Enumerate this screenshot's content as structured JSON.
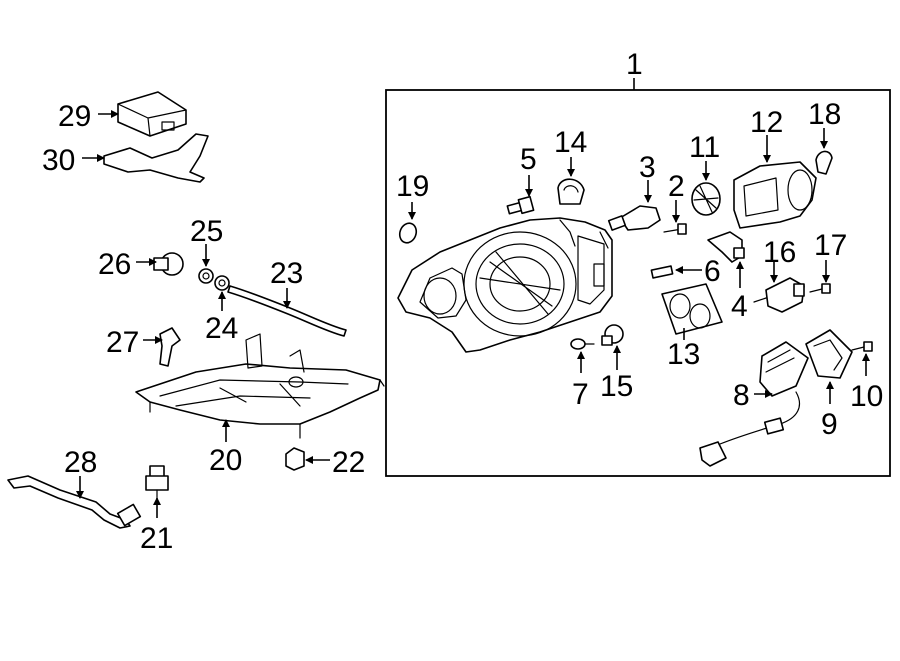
{
  "diagram": {
    "callouts": [
      {
        "id": "1",
        "label": "1"
      },
      {
        "id": "2",
        "label": "2"
      },
      {
        "id": "3",
        "label": "3"
      },
      {
        "id": "4",
        "label": "4"
      },
      {
        "id": "5",
        "label": "5"
      },
      {
        "id": "6",
        "label": "6"
      },
      {
        "id": "7",
        "label": "7"
      },
      {
        "id": "8",
        "label": "8"
      },
      {
        "id": "9",
        "label": "9"
      },
      {
        "id": "10",
        "label": "10"
      },
      {
        "id": "11",
        "label": "11"
      },
      {
        "id": "12",
        "label": "12"
      },
      {
        "id": "13",
        "label": "13"
      },
      {
        "id": "14",
        "label": "14"
      },
      {
        "id": "15",
        "label": "15"
      },
      {
        "id": "16",
        "label": "16"
      },
      {
        "id": "17",
        "label": "17"
      },
      {
        "id": "18",
        "label": "18"
      },
      {
        "id": "19",
        "label": "19"
      },
      {
        "id": "20",
        "label": "20"
      },
      {
        "id": "21",
        "label": "21"
      },
      {
        "id": "22",
        "label": "22"
      },
      {
        "id": "23",
        "label": "23"
      },
      {
        "id": "24",
        "label": "24"
      },
      {
        "id": "25",
        "label": "25"
      },
      {
        "id": "26",
        "label": "26"
      },
      {
        "id": "27",
        "label": "27"
      },
      {
        "id": "28",
        "label": "28"
      },
      {
        "id": "29",
        "label": "29"
      },
      {
        "id": "30",
        "label": "30"
      }
    ]
  }
}
